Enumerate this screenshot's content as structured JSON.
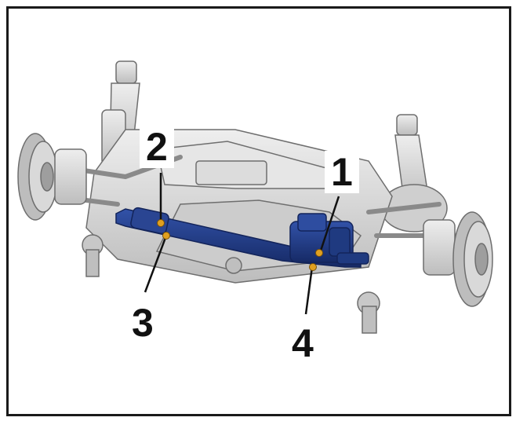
{
  "figure": {
    "callouts": [
      {
        "id": "c1",
        "label": "1"
      },
      {
        "id": "c2",
        "label": "2"
      },
      {
        "id": "c3",
        "label": "3"
      },
      {
        "id": "c4",
        "label": "4"
      }
    ],
    "colors": {
      "rack": "#1f3a80",
      "rack_dark": "#13245a",
      "subframe": "#d8d8d8",
      "outline": "#6e6e6e",
      "marker": "#e0a020",
      "frame": "#1a1a1a"
    }
  }
}
